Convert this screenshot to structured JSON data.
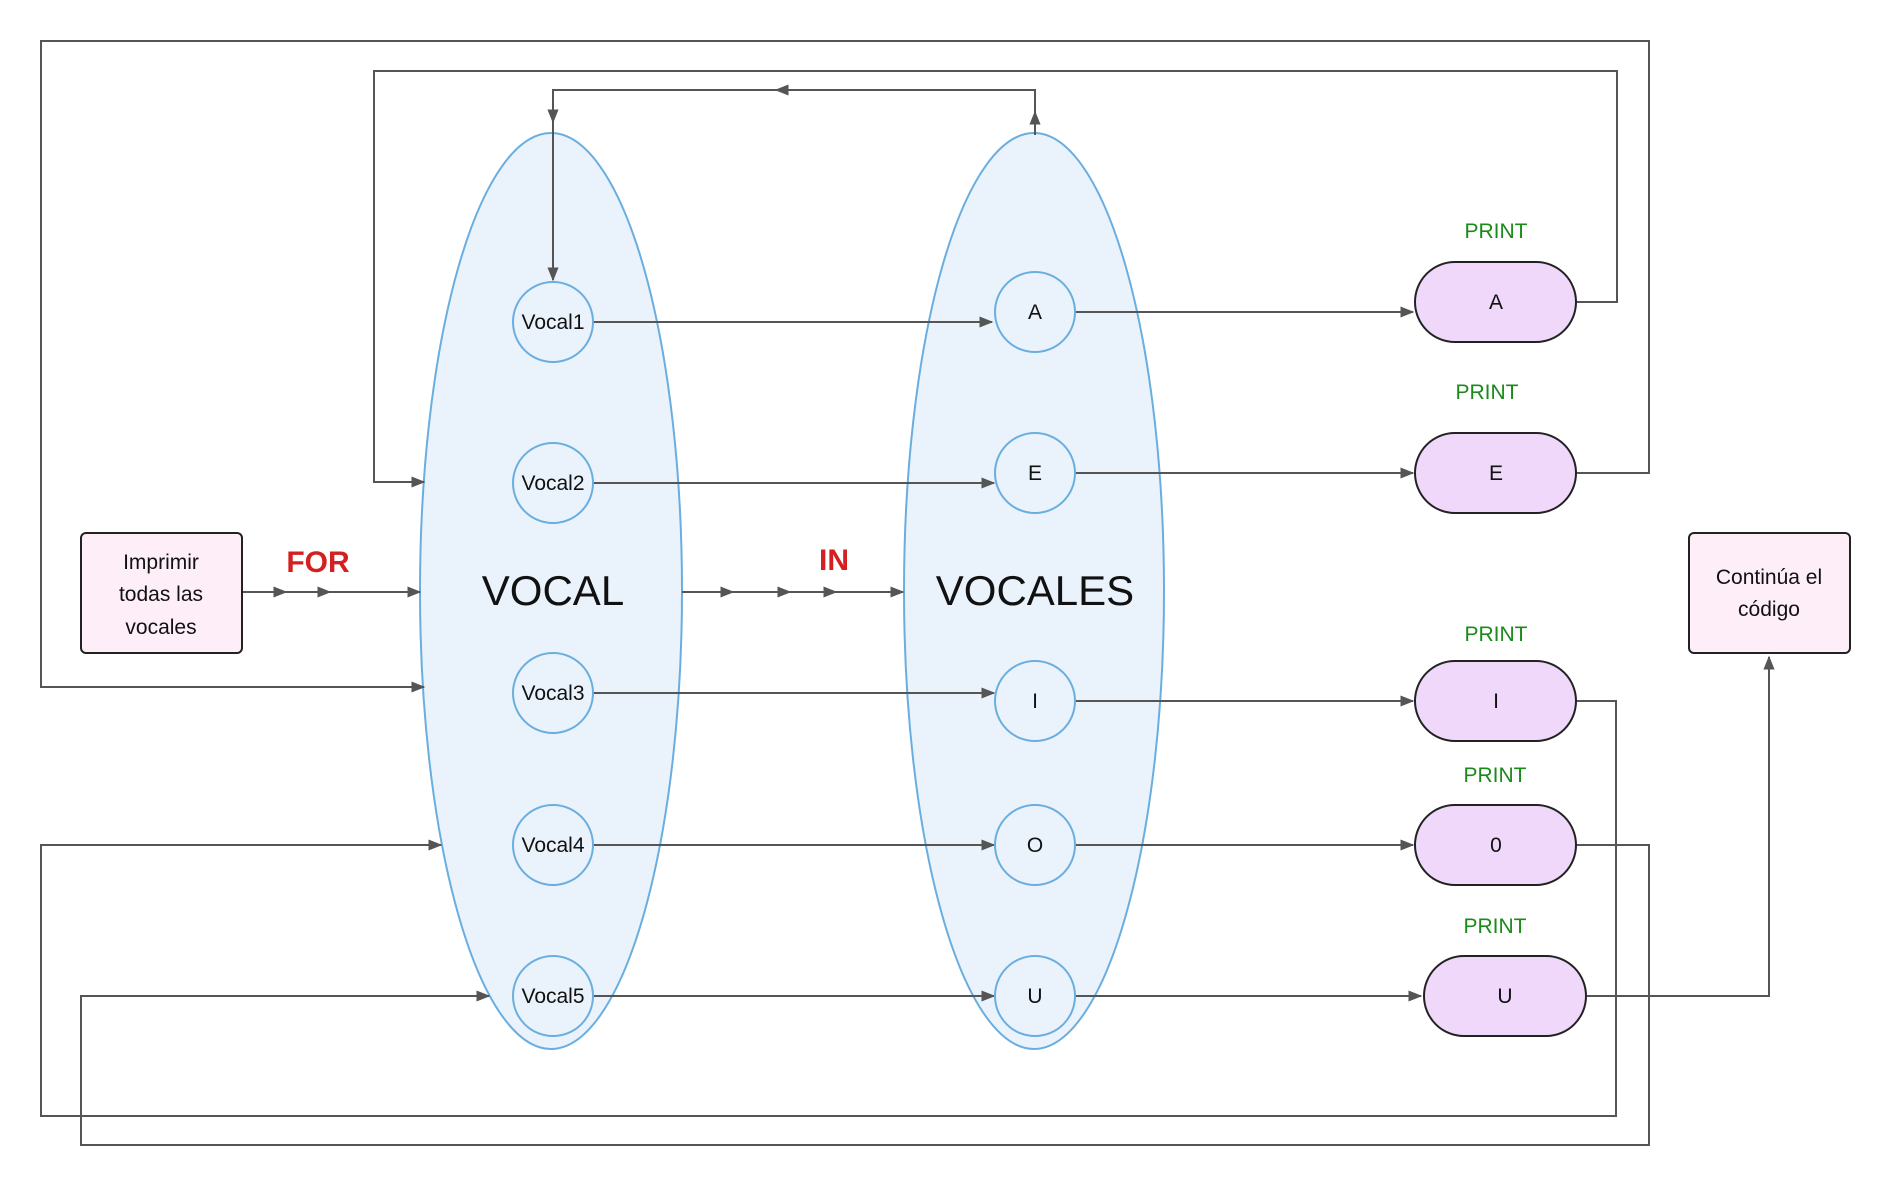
{
  "colors": {
    "ellipse_fill": "#eaf3fb",
    "ellipse_stroke": "#6aaee0",
    "node_stroke": "#6aaee0",
    "start_box_fill": "#fdeef8",
    "result_fill": "#f0d8fb",
    "print_text": "#1a8a1a",
    "keyword_text": "#d42020",
    "edge": "#555555"
  },
  "start_box": {
    "lines": [
      "Imprimir",
      "todas las",
      "vocales"
    ]
  },
  "end_box": {
    "lines": [
      "Continúa el",
      "código"
    ]
  },
  "keywords": {
    "for": "FOR",
    "in": "IN"
  },
  "vocal_group": {
    "label": "VOCAL",
    "nodes": [
      "Vocal1",
      "Vocal2",
      "Vocal3",
      "Vocal4",
      "Vocal5"
    ]
  },
  "vocales_group": {
    "label": "VOCALES",
    "nodes": [
      "A",
      "E",
      "I",
      "O",
      "U"
    ]
  },
  "outputs": [
    {
      "print_label": "PRINT",
      "value": "A"
    },
    {
      "print_label": "PRINT",
      "value": "E"
    },
    {
      "print_label": "PRINT",
      "value": "I"
    },
    {
      "print_label": "PRINT",
      "value": "0"
    },
    {
      "print_label": "PRINT",
      "value": "U"
    }
  ]
}
